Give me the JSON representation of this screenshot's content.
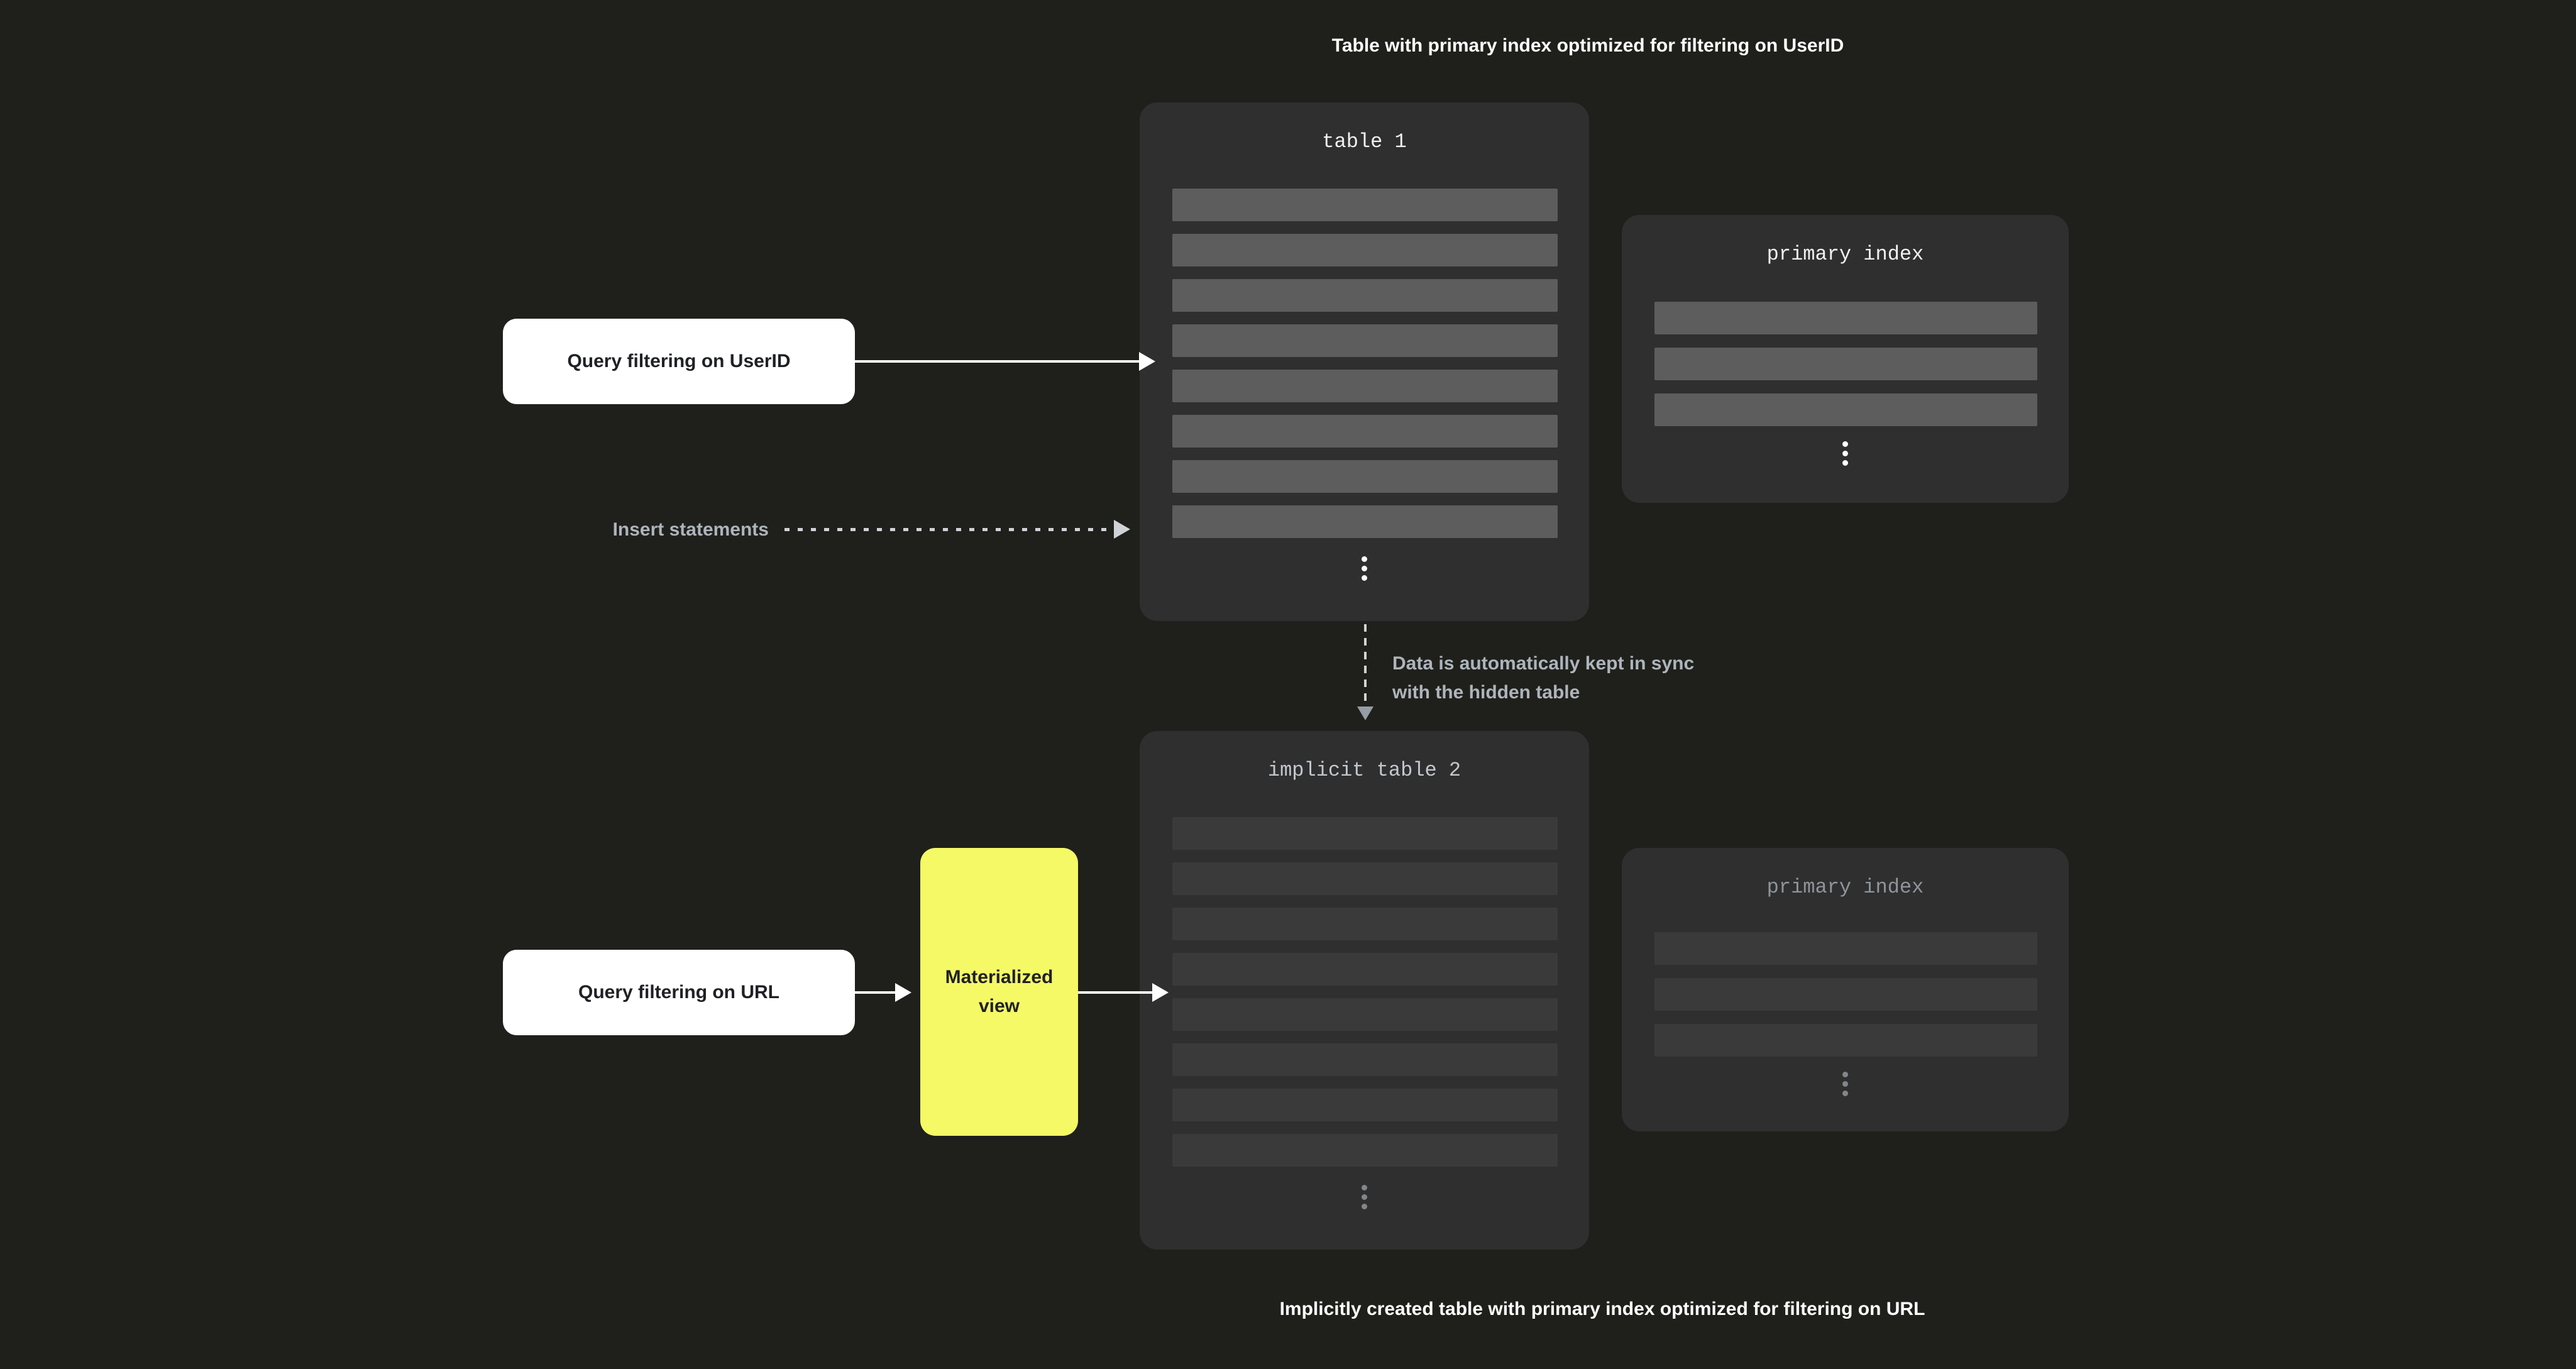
{
  "colors": {
    "background": "#1f201b",
    "panel": "#2f2f2f",
    "row-bright": "#5d5d5d",
    "row-dim": "#3a3a3a",
    "box-white": "#ffffff",
    "accent-yellow": "#f5f966",
    "text-dark": "#202124",
    "text-white": "#fdfdfd",
    "text-gray": "#aeb4bc",
    "mono-bright": "#eef0f2",
    "mono-mid": "#c3c8ce",
    "mono-dim": "#8f949b",
    "arrow-white": "#ffffff",
    "arrow-gray": "#d0d3d7",
    "arrowhead-gray": "#969ca4",
    "dot-bright": "#ffffff",
    "dot-dim": "#82868b"
  },
  "captions": {
    "top": "Table with primary index optimized for filtering on UserID",
    "bottom": "Implicitly created table with primary index optimized for filtering on URL"
  },
  "panels": {
    "table1": {
      "title": "table 1",
      "rows": 8
    },
    "primary_index_top": {
      "title": "primary index",
      "rows": 3
    },
    "implicit_table2": {
      "title": "implicit table 2",
      "rows": 8
    },
    "primary_index_bottom": {
      "title": "primary index",
      "rows": 3
    }
  },
  "labels": {
    "query_userid": "Query filtering on UserID",
    "insert_statements": "Insert statements",
    "sync_note_line1": "Data is automatically kept in sync",
    "sync_note_line2": "with the hidden table",
    "query_url": "Query filtering on URL",
    "materialized_view_line1": "Materialized",
    "materialized_view_line2": "view"
  }
}
